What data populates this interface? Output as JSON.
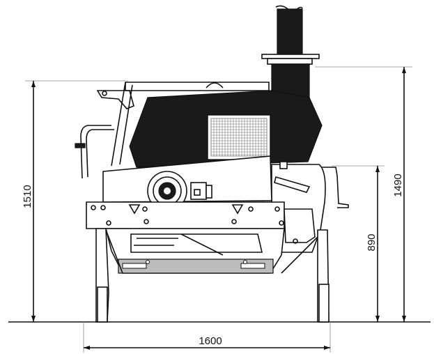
{
  "dimensions": {
    "total_height": "1510",
    "hopper_height": "1490",
    "table_height": "890",
    "width": "1600"
  },
  "colors": {
    "line": "#111111",
    "body_dark": "#1a1a1a",
    "base_grey": "#bcbcbc",
    "background": "#ffffff"
  }
}
